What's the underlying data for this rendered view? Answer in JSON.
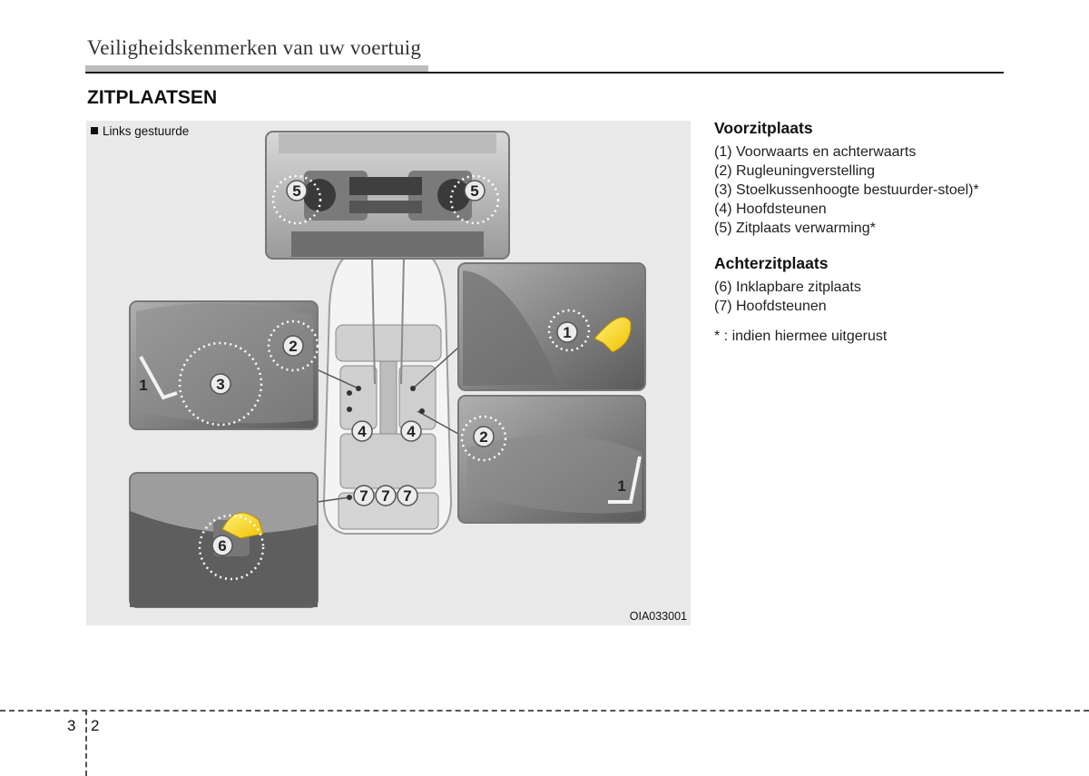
{
  "header": {
    "chapter_title": "Veiligheidskenmerken van uw voertuig"
  },
  "section": {
    "title": "ZITPLAATSEN"
  },
  "figure": {
    "caption": "Links gestuurde",
    "code": "OIA033001",
    "callouts": [
      "1",
      "2",
      "3",
      "4",
      "5",
      "6",
      "7"
    ]
  },
  "front_seat": {
    "heading": "Voorzitplaats",
    "items": [
      "(1) Voorwaarts en achterwaarts",
      "(2) Rugleuningverstelling",
      "(3) Stoelkussenhoogte bestuurder-stoel)*",
      "(4) Hoofdsteunen",
      "(5) Zitplaats verwarming*"
    ]
  },
  "rear_seat": {
    "heading": "Achterzitplaats",
    "items": [
      "(6) Inklapbare zitplaats",
      "(7) Hoofdsteunen"
    ]
  },
  "footnote": "* : indien hiermee uitgerust",
  "footer": {
    "chapter_number": "3",
    "page_number": "2"
  }
}
